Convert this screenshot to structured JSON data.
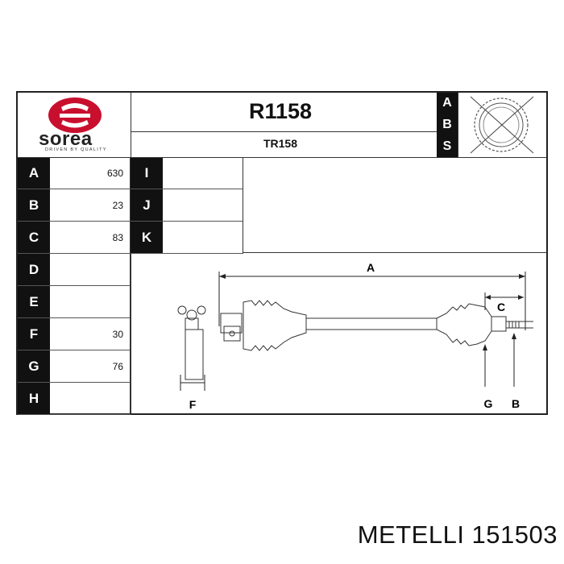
{
  "header": {
    "brand": "sorea",
    "tagline": "DRIVEN BY QUALITY",
    "part_number": "R1158",
    "reference": "TR158",
    "side_letters": [
      "A",
      "B",
      "S"
    ]
  },
  "specs_left": [
    {
      "label": "A",
      "value": "630"
    },
    {
      "label": "B",
      "value": "23"
    },
    {
      "label": "C",
      "value": "83"
    },
    {
      "label": "D",
      "value": ""
    },
    {
      "label": "E",
      "value": ""
    },
    {
      "label": "F",
      "value": "30"
    },
    {
      "label": "G",
      "value": "76"
    },
    {
      "label": "H",
      "value": ""
    }
  ],
  "specs_right": [
    {
      "label": "I",
      "value": ""
    },
    {
      "label": "J",
      "value": ""
    },
    {
      "label": "K",
      "value": ""
    }
  ],
  "drawing_labels": {
    "A": "A",
    "B": "B",
    "C": "C",
    "F": "F",
    "G": "G"
  },
  "footer": {
    "text": "METELLI 151503"
  },
  "colors": {
    "logo_red": "#c8102e",
    "header_black": "#111111"
  }
}
